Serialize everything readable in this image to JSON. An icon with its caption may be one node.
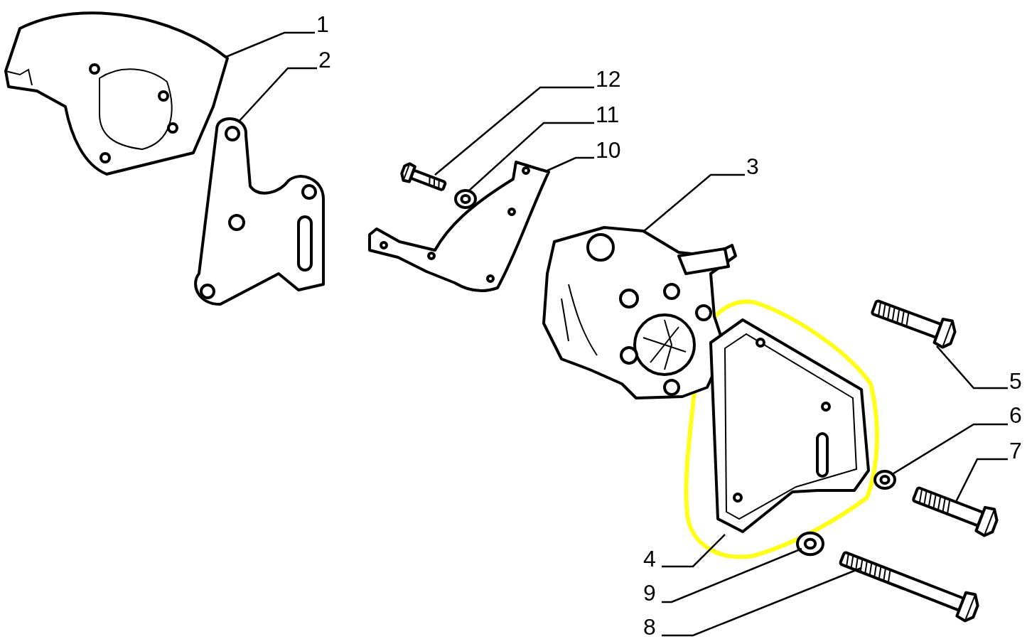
{
  "diagram": {
    "nodes": [
      {
        "text": [
          "1"
        ]
      },
      {
        "text": [
          "2"
        ]
      },
      {
        "text": [
          "12"
        ]
      },
      {
        "text": [
          "11"
        ]
      },
      {
        "text": [
          "10"
        ]
      },
      {
        "text": [
          "3"
        ]
      },
      {
        "text": [
          "5"
        ]
      },
      {
        "text": [
          "6"
        ]
      },
      {
        "text": [
          "7"
        ]
      },
      {
        "text": [
          "4"
        ]
      },
      {
        "text": [
          "9"
        ]
      },
      {
        "text": [
          "8"
        ]
      },
      {
        "text": [],
        "shape": "picture"
      },
      {
        "text": [],
        "shape": "picture"
      },
      {
        "text": [],
        "shape": "picture"
      },
      {
        "text": [],
        "shape": "picture"
      },
      {
        "text": [],
        "shape": "picture"
      },
      {
        "text": [],
        "shape": "picture"
      },
      {
        "text": [],
        "shape": "picture"
      },
      {
        "text": [],
        "shape": "picture"
      },
      {
        "text": [],
        "shape": "picture"
      },
      {
        "text": [],
        "shape": "picture"
      },
      {
        "text": [],
        "shape": "picture"
      },
      {
        "text": [],
        "shape": "picture"
      }
    ],
    "edges": [
      {
        "from": 0,
        "to": 12,
        "arrow": "none"
      },
      {
        "from": 1,
        "to": 13,
        "arrow": "none"
      },
      {
        "from": 2,
        "to": 14,
        "arrow": "none"
      },
      {
        "from": 3,
        "to": 16,
        "arrow": "none"
      },
      {
        "from": 4,
        "to": 15,
        "arrow": "none"
      },
      {
        "from": 5,
        "to": 17,
        "arrow": "none"
      },
      {
        "from": 6,
        "to": 21,
        "arrow": "none"
      },
      {
        "from": 7,
        "to": 20,
        "arrow": "none"
      },
      {
        "from": 8,
        "to": 23,
        "arrow": "none"
      },
      {
        "from": 9,
        "to": 18,
        "arrow": "none"
      },
      {
        "from": 10,
        "to": 19,
        "arrow": "none"
      },
      {
        "from": 11,
        "to": 22,
        "arrow": "none"
      }
    ]
  }
}
